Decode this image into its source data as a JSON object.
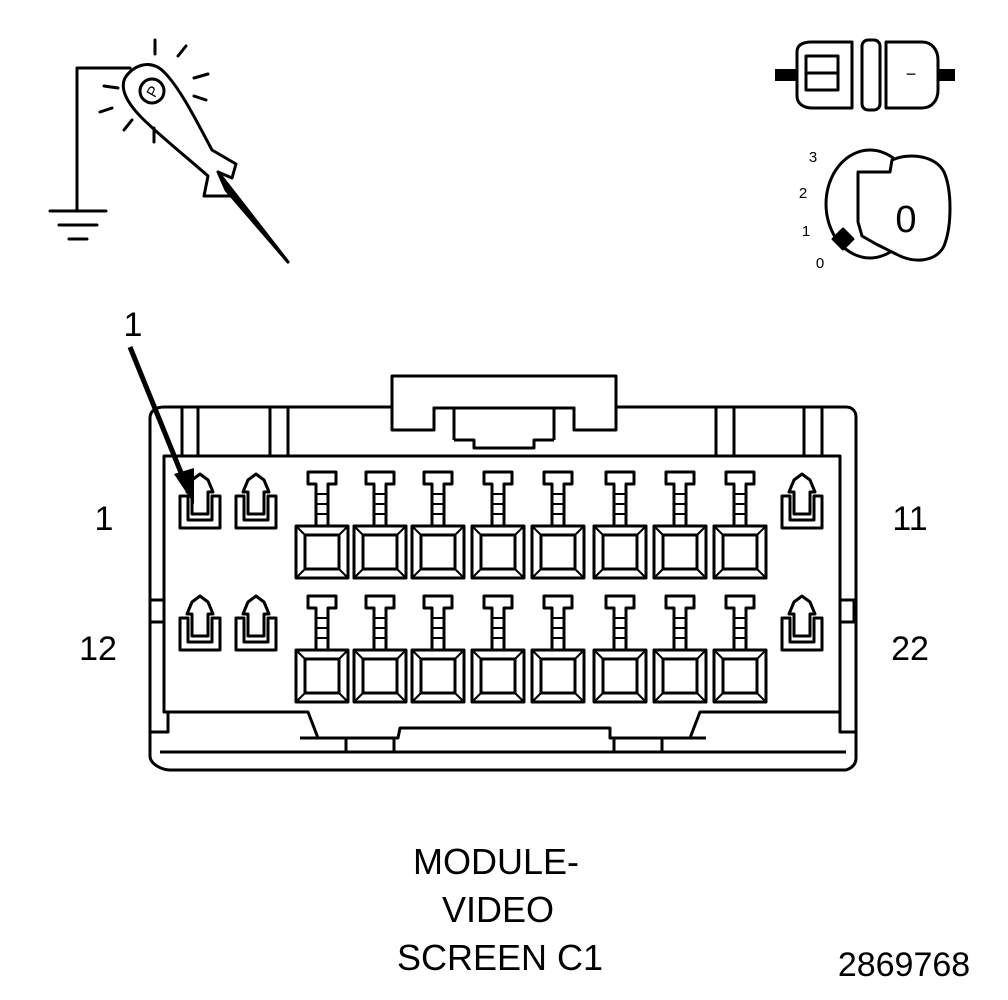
{
  "callout": {
    "number": "1"
  },
  "pin_labels": {
    "top_left": "1",
    "top_right": "11",
    "bottom_left": "12",
    "bottom_right": "22"
  },
  "ignition": {
    "positions": [
      "3",
      "2",
      "1",
      "0"
    ],
    "key_label": "0"
  },
  "battery_icon": {
    "label": "−"
  },
  "probe_icon": {
    "badge": "P"
  },
  "caption": {
    "line1": "MODULE-",
    "line2": "VIDEO",
    "line3": "SCREEN C1"
  },
  "figure_id": "2869768",
  "connector": {
    "pins_per_row": 11,
    "rows": 2
  }
}
